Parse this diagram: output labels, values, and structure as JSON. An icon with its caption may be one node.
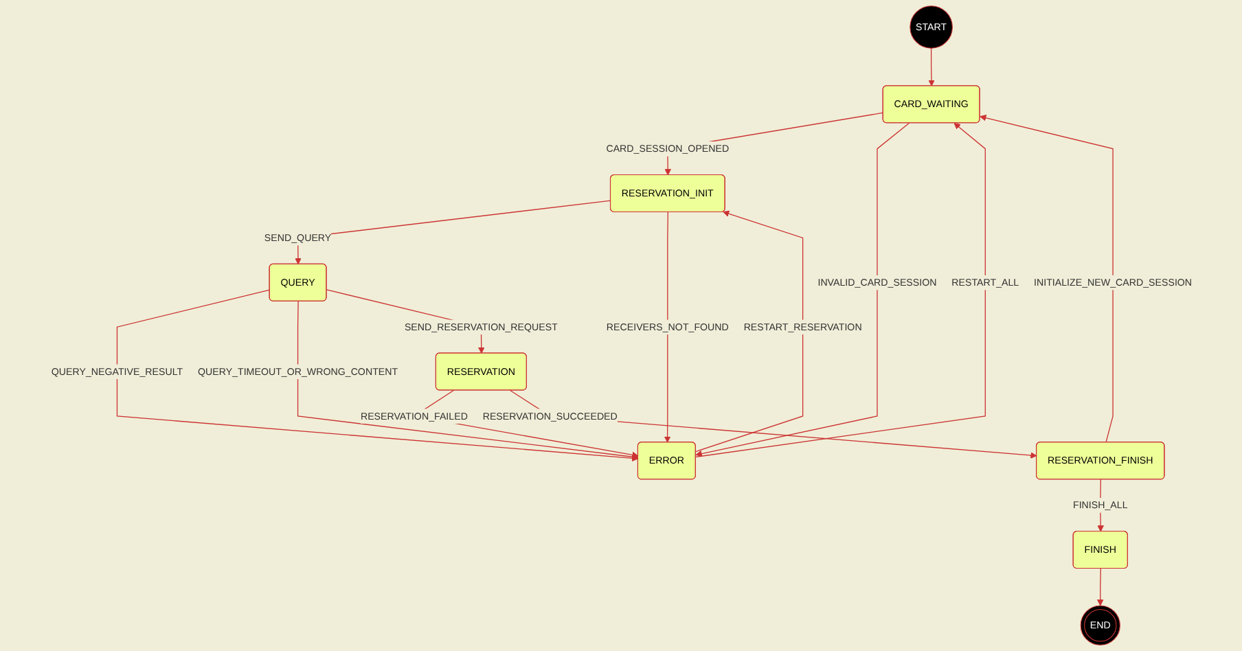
{
  "diagram": {
    "nodes": [
      {
        "text": [
          "START"
        ]
      },
      {
        "text": [
          "CARD_WAITING"
        ]
      },
      {
        "text": [
          "RESERVATION_INIT"
        ]
      },
      {
        "text": [
          "QUERY"
        ]
      },
      {
        "text": [
          "ERROR"
        ]
      },
      {
        "text": [
          "FINISH"
        ]
      },
      {
        "text": [
          "RESERVATION_FINISH"
        ]
      },
      {
        "text": [
          "RESERVATION"
        ]
      },
      {
        "text": [
          "END"
        ]
      }
    ],
    "edges": [
      {
        "from": 0,
        "to": 1,
        "arrow": "to"
      },
      {
        "from": 1,
        "to": 2,
        "arrow": "to",
        "label": "CARD_SESSION_OPENED"
      },
      {
        "from": 2,
        "to": 3,
        "arrow": "to",
        "label": "SEND_QUERY"
      },
      {
        "from": 4,
        "to": 2,
        "arrow": "to",
        "label": "RESTART_RESERVATION"
      },
      {
        "from": 2,
        "to": 4,
        "arrow": "to",
        "label": "RECEIVERS_NOT_FOUND"
      },
      {
        "from": 3,
        "to": 4,
        "arrow": "to",
        "label": "QUERY_NEGATIVE_RESULT"
      },
      {
        "from": 3,
        "to": 4,
        "arrow": "to",
        "label": "QUERY_TIMEOUT_OR_WRONG_CONTENT"
      },
      {
        "from": 1,
        "to": 4,
        "arrow": "to",
        "label": "INVALID_CARD_SESSION"
      },
      {
        "from": 4,
        "to": 1,
        "arrow": "to",
        "label": "RESTART_ALL"
      },
      {
        "from": 3,
        "to": 7,
        "arrow": "to",
        "label": "SEND_RESERVATION_REQUEST"
      },
      {
        "from": 7,
        "to": 4,
        "arrow": "to",
        "label": "RESERVATION_FAILED"
      },
      {
        "from": 7,
        "to": 6,
        "arrow": "to",
        "label": "RESERVATION_SUCCEEDED"
      },
      {
        "from": 6,
        "to": 1,
        "arrow": "to",
        "label": "INITIALIZE_NEW_CARD_SESSION"
      },
      {
        "from": 6,
        "to": 5,
        "arrow": "to",
        "label": "FINISH_ALL"
      },
      {
        "from": 5,
        "to": 8,
        "arrow": "to"
      }
    ]
  }
}
